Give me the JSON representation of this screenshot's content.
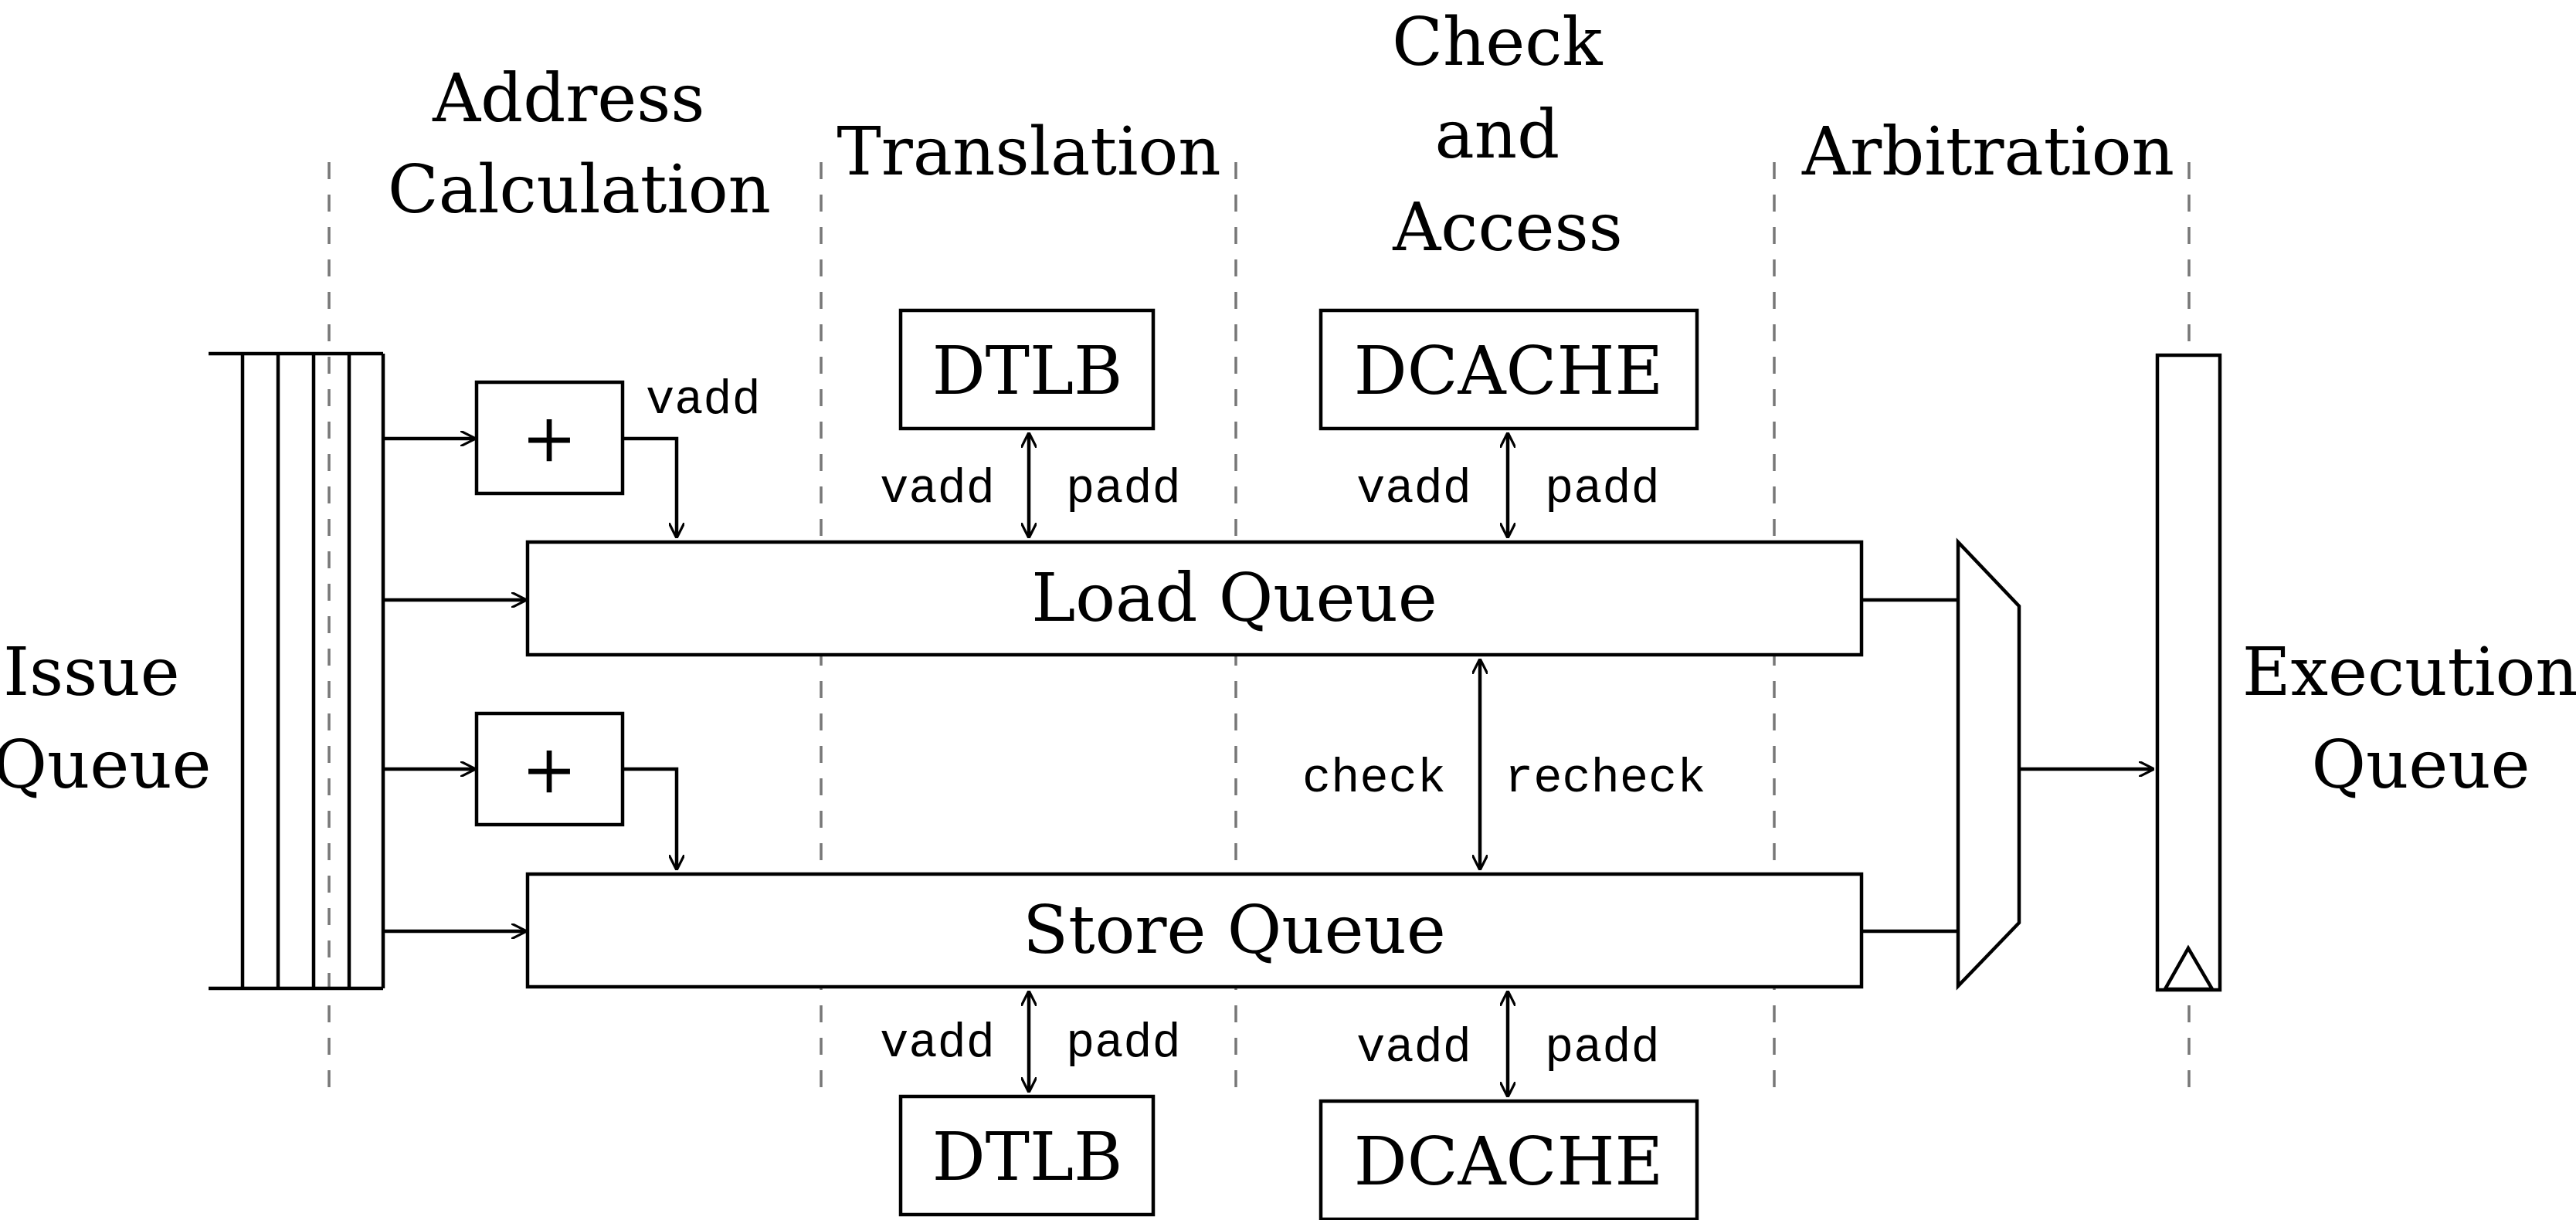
{
  "stages": {
    "address_calculation": [
      "Address",
      "Calculation"
    ],
    "translation": "Translation",
    "check_and_access": [
      "Check",
      "and",
      "Access"
    ],
    "arbitration": "Arbitration"
  },
  "issue_queue": [
    "Issue",
    "Queue"
  ],
  "execution_queue": [
    "Execution",
    "Queue"
  ],
  "adder_symbol": "+",
  "load_queue": "Load Queue",
  "store_queue": "Store Queue",
  "dtlb": "DTLB",
  "dcache": "DCACHE",
  "signals": {
    "vadd": "vadd",
    "padd": "padd",
    "check": "check",
    "recheck": "recheck"
  }
}
